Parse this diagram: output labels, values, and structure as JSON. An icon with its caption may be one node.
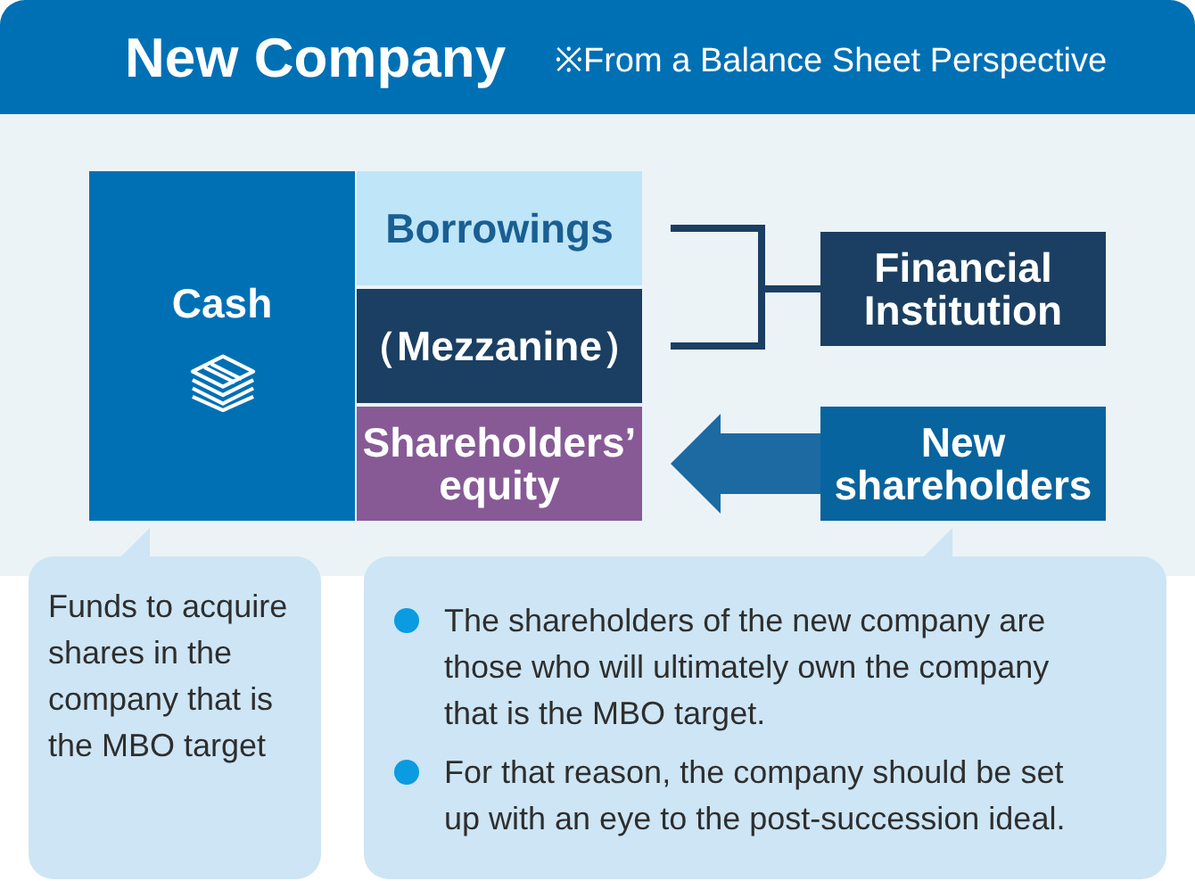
{
  "diagram": {
    "title": "New Company",
    "nodes": [
      {
        "text": [
          "Cash"
        ]
      },
      {
        "text": [
          "Borrowings"
        ]
      },
      {
        "text": [
          "（Mezzanine）"
        ]
      },
      {
        "text": [
          "Shareholders’ equity"
        ]
      },
      {
        "text": [
          "Financial Institution"
        ]
      },
      {
        "text": [
          "New shareholders"
        ]
      },
      {
        "text": [
          "Funds to acquire shares in the company that is the MBO target"
        ]
      },
      {
        "text": [
          "The shareholders of the new company are those who will ultimately own the company that is the MBO target.",
          "For that reason, the company should be set up with an eye to the post-succession ideal."
        ]
      }
    ],
    "edges": [
      {
        "from": 4,
        "to": 1,
        "arrow": "none"
      },
      {
        "from": 4,
        "to": 2,
        "arrow": "none"
      },
      {
        "from": 5,
        "to": 3,
        "arrow": "to",
        "style": "thick",
        "color": "#1d6aa3"
      }
    ],
    "labels": [
      "※From a Balance Sheet Perspective"
    ]
  }
}
